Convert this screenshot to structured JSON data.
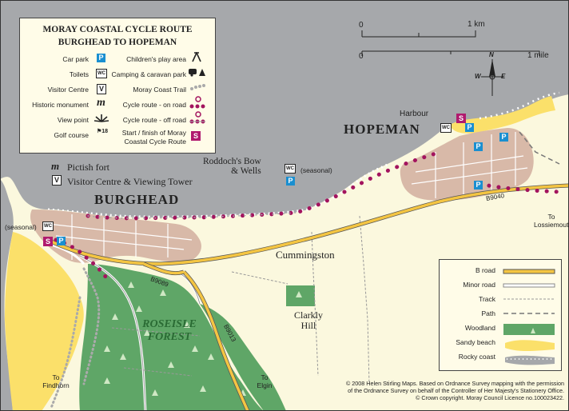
{
  "legend": {
    "title_line1": "MORAY COASTAL CYCLE ROUTE",
    "title_line2": "BURGHEAD TO HOPEMAN",
    "items_left": [
      {
        "label": "Car park",
        "symbol": "P"
      },
      {
        "label": "Toilets",
        "symbol": "WC"
      },
      {
        "label": "Visitor Centre",
        "symbol": "V"
      },
      {
        "label": "Historic monument",
        "symbol": "m"
      },
      {
        "label": "View point",
        "symbol": "viewpoint-icon"
      },
      {
        "label": "Golf course",
        "symbol": "18"
      }
    ],
    "items_right": [
      {
        "label": "Children's play area"
      },
      {
        "label": "Camping & caravan park"
      },
      {
        "label": "Moray Coast Trail"
      },
      {
        "label": "Cycle route - on road"
      },
      {
        "label": "Cycle route - off road"
      },
      {
        "label_line1": "Start / finish of Moray",
        "label_line2": "Coastal Cycle Route",
        "symbol": "S"
      }
    ]
  },
  "scale": {
    "km_zero": "0",
    "km_label": "1 km",
    "mile_zero": "0",
    "mile_label": "1 mile"
  },
  "compass": {
    "n": "N",
    "e": "E",
    "w": "W"
  },
  "places": {
    "hopeman": "HOPEMAN",
    "harbour": "Harbour",
    "burghead": "BURGHEAD",
    "pictish_fort": "Pictish fort",
    "visitor_centre": "Visitor Centre & Viewing Tower",
    "seasonal_1": "(seasonal)",
    "seasonal_2": "(seasonal)",
    "roddochs_line1": "Roddoch's Bow",
    "roddochs_line2": "& Wells",
    "cummingston": "Cummingston",
    "clarkly_line1": "Clarkly",
    "clarkly_line2": "Hill",
    "roseisle_line1": "ROSEISLE",
    "roseisle_line2": "FOREST",
    "to_lossiemouth_1": "To",
    "to_lossiemouth_2": "Lossiemouth",
    "to_findhorn_1": "To",
    "to_findhorn_2": "Findhorn",
    "to_elgin_1": "To",
    "to_elgin_2": "Elgin"
  },
  "roads": {
    "b9040": "B9040",
    "b9089": "B9089",
    "b9013": "B9013"
  },
  "map_legend": {
    "items": [
      "B road",
      "Minor road",
      "Track",
      "Path",
      "Woodland",
      "Sandy beach",
      "Rocky coast"
    ]
  },
  "copyright": {
    "line1": "© 2008 Helen Stirling Maps.  Based on Ordnance Survey mapping with the permission",
    "line2": "of the Ordnance Survey on behalf of the Controller of Her Majesty's Stationery Office.",
    "line3": "© Crown copyright. Moray Council Licence no.100023422."
  },
  "colors": {
    "sea": "#a6a8ab",
    "land": "#fbf8de",
    "beach": "#fbe06a",
    "woodland": "#5fa667",
    "town": "#d8b9a8",
    "b_road": "#f4c542",
    "cycle_dot": "#a3145e",
    "start_finish": "#b01a6e",
    "car_park": "#1a8fd0"
  }
}
